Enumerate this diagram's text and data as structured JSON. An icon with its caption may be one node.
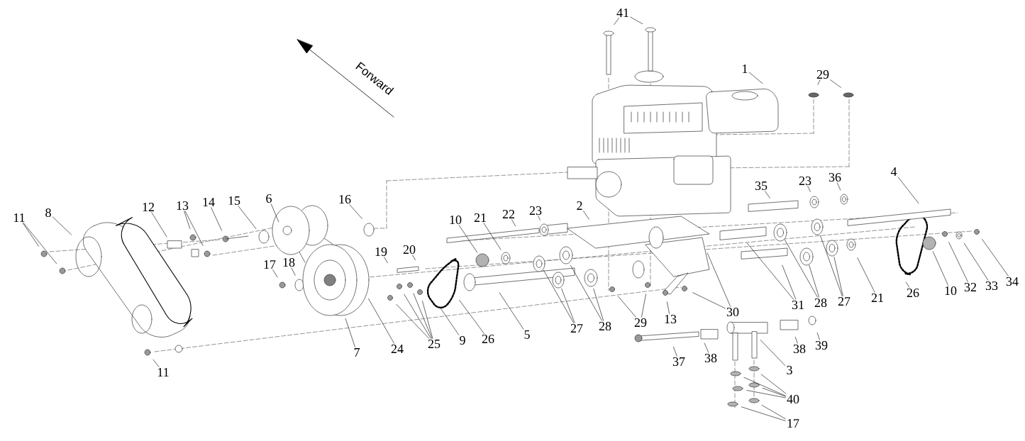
{
  "diagram": {
    "nodes": [
      {
        "text": [
          "41"
        ]
      },
      {
        "text": [
          "1"
        ]
      },
      {
        "text": [
          "29"
        ]
      },
      {
        "text": [
          "11"
        ]
      },
      {
        "text": [
          "8"
        ]
      },
      {
        "text": [
          "12"
        ]
      },
      {
        "text": [
          "13"
        ]
      },
      {
        "text": [
          "14"
        ]
      },
      {
        "text": [
          "15"
        ]
      },
      {
        "text": [
          "6"
        ]
      },
      {
        "text": [
          "16"
        ]
      },
      {
        "text": [
          "10"
        ]
      },
      {
        "text": [
          "21"
        ]
      },
      {
        "text": [
          "22"
        ]
      },
      {
        "text": [
          "23"
        ]
      },
      {
        "text": [
          "2"
        ]
      },
      {
        "text": [
          "23"
        ]
      },
      {
        "text": [
          "36"
        ]
      },
      {
        "text": [
          "4"
        ]
      },
      {
        "text": [
          "35"
        ]
      },
      {
        "text": [
          "17"
        ]
      },
      {
        "text": [
          "18"
        ]
      },
      {
        "text": [
          "19"
        ]
      },
      {
        "text": [
          "20"
        ]
      },
      {
        "text": [
          "31"
        ]
      },
      {
        "text": [
          "28"
        ]
      },
      {
        "text": [
          "27"
        ]
      },
      {
        "text": [
          "21"
        ]
      },
      {
        "text": [
          "26"
        ]
      },
      {
        "text": [
          "10"
        ]
      },
      {
        "text": [
          "32"
        ]
      },
      {
        "text": [
          "33"
        ]
      },
      {
        "text": [
          "34"
        ]
      },
      {
        "text": [
          "29"
        ]
      },
      {
        "text": [
          "13"
        ]
      },
      {
        "text": [
          "30"
        ]
      },
      {
        "text": [
          "27"
        ]
      },
      {
        "text": [
          "28"
        ]
      },
      {
        "text": [
          "5"
        ]
      },
      {
        "text": [
          "26"
        ]
      },
      {
        "text": [
          "9"
        ]
      },
      {
        "text": [
          "25"
        ]
      },
      {
        "text": [
          "24"
        ]
      },
      {
        "text": [
          "7"
        ]
      },
      {
        "text": [
          "11"
        ]
      },
      {
        "text": [
          "38"
        ]
      },
      {
        "text": [
          "39"
        ]
      },
      {
        "text": [
          "37"
        ]
      },
      {
        "text": [
          "38"
        ]
      },
      {
        "text": [
          "3"
        ]
      },
      {
        "text": [
          "40"
        ]
      },
      {
        "text": [
          "17"
        ]
      }
    ],
    "edges": [
      {
        "from": 0,
        "to": null,
        "arrow": "none"
      },
      {
        "from": 0,
        "to": null,
        "arrow": "none"
      },
      {
        "from": 1,
        "to": null,
        "arrow": "none"
      },
      {
        "from": 2,
        "to": null,
        "arrow": "none"
      },
      {
        "from": 2,
        "to": null,
        "arrow": "none"
      },
      {
        "from": 3,
        "to": null,
        "arrow": "none"
      },
      {
        "from": 3,
        "to": null,
        "arrow": "none"
      },
      {
        "from": 4,
        "to": null,
        "arrow": "none"
      },
      {
        "from": 5,
        "to": null,
        "arrow": "none"
      },
      {
        "from": 6,
        "to": null,
        "arrow": "none"
      },
      {
        "from": 6,
        "to": null,
        "arrow": "none"
      },
      {
        "from": 7,
        "to": null,
        "arrow": "none"
      },
      {
        "from": 8,
        "to": null,
        "arrow": "none"
      },
      {
        "from": 9,
        "to": null,
        "arrow": "none"
      },
      {
        "from": 10,
        "to": null,
        "arrow": "none"
      },
      {
        "from": 11,
        "to": null,
        "arrow": "none"
      },
      {
        "from": 12,
        "to": null,
        "arrow": "none"
      },
      {
        "from": 13,
        "to": null,
        "arrow": "none"
      },
      {
        "from": 14,
        "to": null,
        "arrow": "none"
      },
      {
        "from": 15,
        "to": null,
        "arrow": "none"
      },
      {
        "from": 16,
        "to": null,
        "arrow": "none"
      },
      {
        "from": 17,
        "to": null,
        "arrow": "none"
      },
      {
        "from": 18,
        "to": null,
        "arrow": "none"
      },
      {
        "from": 19,
        "to": null,
        "arrow": "none"
      },
      {
        "from": 20,
        "to": null,
        "arrow": "none"
      },
      {
        "from": 21,
        "to": null,
        "arrow": "none"
      },
      {
        "from": 22,
        "to": null,
        "arrow": "none"
      },
      {
        "from": 23,
        "to": null,
        "arrow": "none"
      },
      {
        "from": 24,
        "to": null,
        "arrow": "none"
      },
      {
        "from": 24,
        "to": null,
        "arrow": "none"
      },
      {
        "from": 25,
        "to": null,
        "arrow": "none"
      },
      {
        "from": 25,
        "to": null,
        "arrow": "none"
      },
      {
        "from": 26,
        "to": null,
        "arrow": "none"
      },
      {
        "from": 26,
        "to": null,
        "arrow": "none"
      },
      {
        "from": 27,
        "to": null,
        "arrow": "none"
      },
      {
        "from": 28,
        "to": null,
        "arrow": "none"
      },
      {
        "from": 29,
        "to": null,
        "arrow": "none"
      },
      {
        "from": 30,
        "to": null,
        "arrow": "none"
      },
      {
        "from": 31,
        "to": null,
        "arrow": "none"
      },
      {
        "from": 32,
        "to": null,
        "arrow": "none"
      },
      {
        "from": 33,
        "to": null,
        "arrow": "none"
      },
      {
        "from": 33,
        "to": null,
        "arrow": "none"
      },
      {
        "from": 34,
        "to": null,
        "arrow": "none"
      },
      {
        "from": 35,
        "to": null,
        "arrow": "none"
      },
      {
        "from": 35,
        "to": null,
        "arrow": "none"
      },
      {
        "from": 36,
        "to": null,
        "arrow": "none"
      },
      {
        "from": 36,
        "to": null,
        "arrow": "none"
      },
      {
        "from": 37,
        "to": null,
        "arrow": "none"
      },
      {
        "from": 37,
        "to": null,
        "arrow": "none"
      },
      {
        "from": 38,
        "to": null,
        "arrow": "none"
      },
      {
        "from": 39,
        "to": null,
        "arrow": "none"
      },
      {
        "from": 40,
        "to": null,
        "arrow": "none"
      },
      {
        "from": 41,
        "to": null,
        "arrow": "none"
      },
      {
        "from": 41,
        "to": null,
        "arrow": "none"
      },
      {
        "from": 41,
        "to": null,
        "arrow": "none"
      },
      {
        "from": 41,
        "to": null,
        "arrow": "none"
      },
      {
        "from": 42,
        "to": null,
        "arrow": "none"
      },
      {
        "from": 43,
        "to": null,
        "arrow": "none"
      },
      {
        "from": 44,
        "to": null,
        "arrow": "none"
      },
      {
        "from": 45,
        "to": null,
        "arrow": "none"
      },
      {
        "from": 46,
        "to": null,
        "arrow": "none"
      },
      {
        "from": 47,
        "to": null,
        "arrow": "none"
      },
      {
        "from": 48,
        "to": null,
        "arrow": "none"
      },
      {
        "from": 49,
        "to": null,
        "arrow": "none"
      },
      {
        "from": 50,
        "to": null,
        "arrow": "none"
      },
      {
        "from": 50,
        "to": null,
        "arrow": "none"
      },
      {
        "from": 50,
        "to": null,
        "arrow": "none"
      },
      {
        "from": 50,
        "to": null,
        "arrow": "none"
      },
      {
        "from": 51,
        "to": null,
        "arrow": "none"
      },
      {
        "from": 51,
        "to": null,
        "arrow": "none"
      }
    ],
    "labels": [
      "Forward"
    ]
  }
}
